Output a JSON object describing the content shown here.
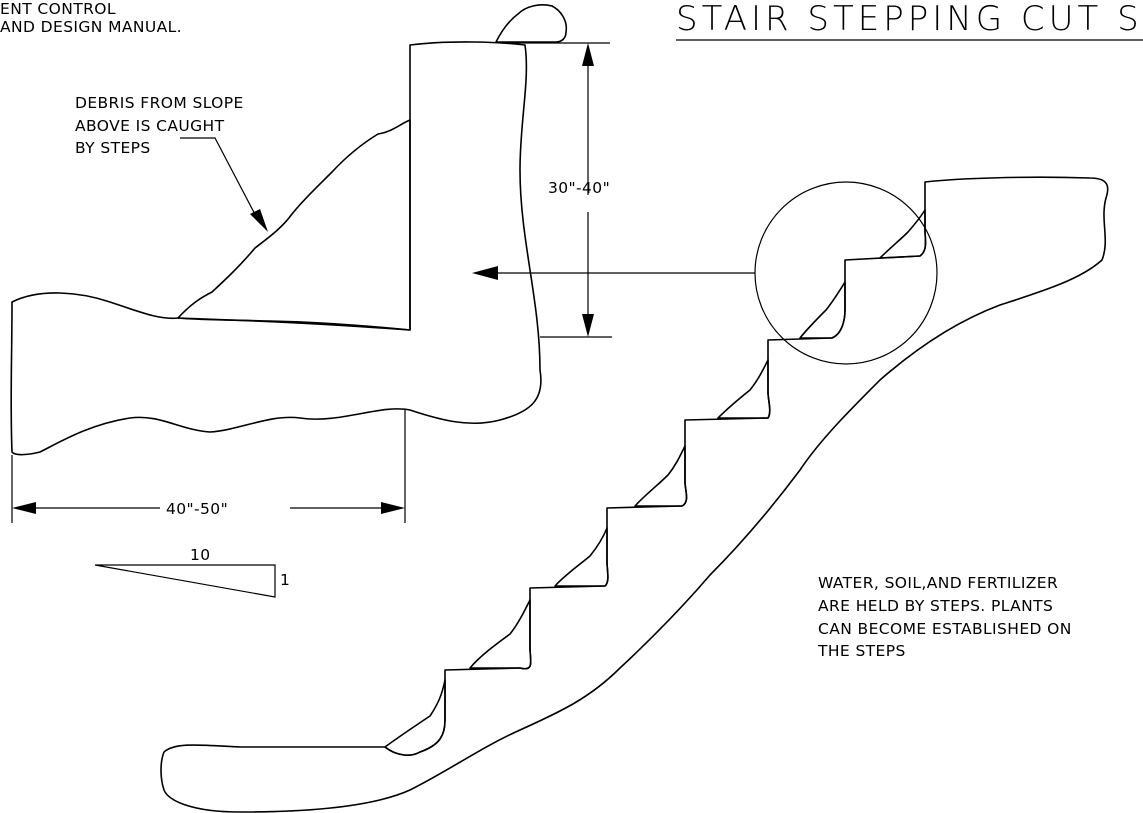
{
  "title": "STAIR STEPPING CUT S",
  "reference_line1": "ENT CONTROL",
  "reference_line2": "AND DESIGN MANUAL.",
  "debris_note": [
    "DEBRIS FROM SLOPE",
    "ABOVE IS CAUGHT",
    "BY STEPS"
  ],
  "height_dim": "30\"-40\"",
  "width_dim": "40\"-50\"",
  "slope_run": "10",
  "slope_rise": "1",
  "steps_note": [
    "WATER, SOIL,AND FERTILIZER",
    "ARE HELD BY STEPS. PLANTS",
    "CAN BECOME ESTABLISHED ON",
    "THE STEPS"
  ]
}
